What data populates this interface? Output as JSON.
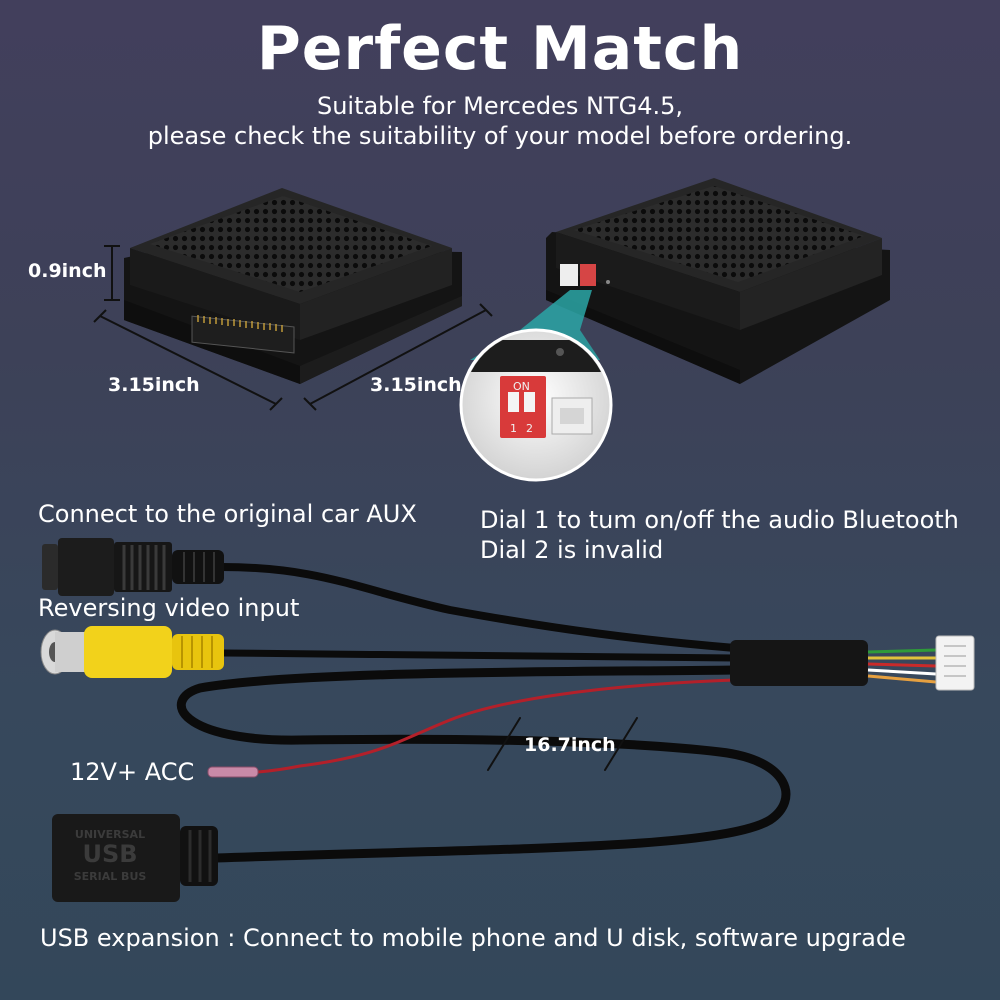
{
  "header": {
    "title": "Perfect Match",
    "subtitle_line1": "Suitable for Mercedes NTG4.5,",
    "subtitle_line2": "please check the suitability of your model before ordering."
  },
  "dimensions": {
    "height": "0.9inch",
    "width": "3.15inch",
    "depth": "3.15inch",
    "cable_length": "16.7inch"
  },
  "dip_switch": {
    "on_label": "ON",
    "pos1": "1",
    "pos2": "2",
    "line1": "Dial 1 to tum on/off the audio Bluetooth",
    "line2": "Dial 2 is invalid"
  },
  "connectors": {
    "aux": "Connect to the original car AUX",
    "video": "Reversing video input",
    "acc": "12V+ ACC",
    "usb": "USB expansion : Connect to mobile phone and U disk, software upgrade",
    "usb_plug_text": [
      "UNIVERSAL",
      "USB",
      "SERIAL BUS"
    ]
  }
}
